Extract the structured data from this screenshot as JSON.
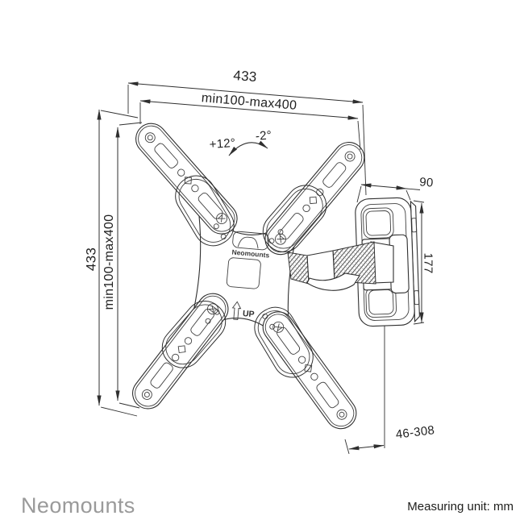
{
  "diagram": {
    "type": "product dimension drawing",
    "product": "TV wall mount with swivel arm"
  },
  "dimensions": {
    "top_width": "433",
    "top_vesa_range": "min100-max400",
    "left_height": "433",
    "left_vesa_range": "min100-max400",
    "tilt_up": "+12°",
    "tilt_down": "-2°",
    "wall_plate_width": "90",
    "wall_plate_height": "177",
    "extension_range": "46-308"
  },
  "bracket": {
    "brand_label": "Neomounts",
    "up_label": "UP"
  },
  "footer": {
    "brand": "Neomounts",
    "unit_label": "Measuring unit: mm"
  },
  "colors": {
    "line": "#2f2f2f",
    "brand_gray": "#9a9a9a",
    "text_dark": "#1d1d1b",
    "background": "#ffffff"
  }
}
